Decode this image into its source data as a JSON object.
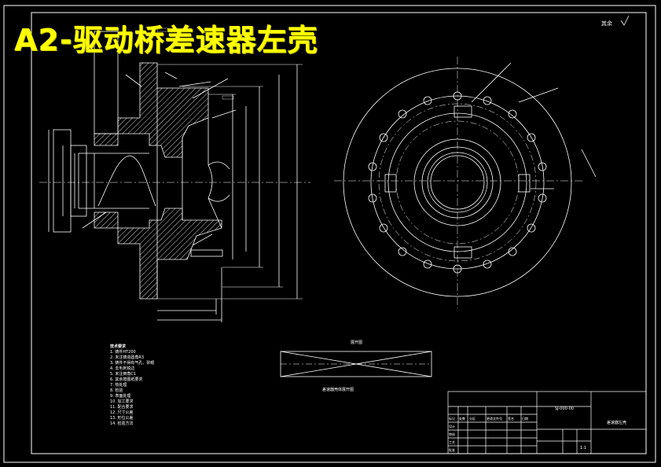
{
  "title": "A2-驱动桥差速器左壳",
  "corner_symbol": "其余",
  "strip_label": "展开图",
  "strip_caption": "差速器壳体展开图",
  "notes": {
    "header": "技术要求",
    "items": [
      "1. 铸件HT200",
      "2. 未注铸造圆角R3",
      "3. 铸件不得有气孔、砂眼",
      "4. 去毛刺锐边",
      "5. 未注倒角C1",
      "6. 其余按图纸要求",
      "7. 热处理",
      "8. 检验",
      "9. 表面处理",
      "10. 加工要求",
      "11. 配合要求",
      "12. 尺寸公差",
      "13. 形位公差",
      "14. 检验方法"
    ]
  },
  "title_block": {
    "drawing_no": "SJ-000-00",
    "part_name": "差速器左壳",
    "scale": "1:1",
    "rows": [
      "设计",
      "审核",
      "工艺",
      "批准"
    ],
    "cols": [
      "标记",
      "处数",
      "分区",
      "更改文件号",
      "签名",
      "日期"
    ]
  },
  "colors": {
    "background": "#000000",
    "line": "#ffffff",
    "title": "#ffff00"
  }
}
